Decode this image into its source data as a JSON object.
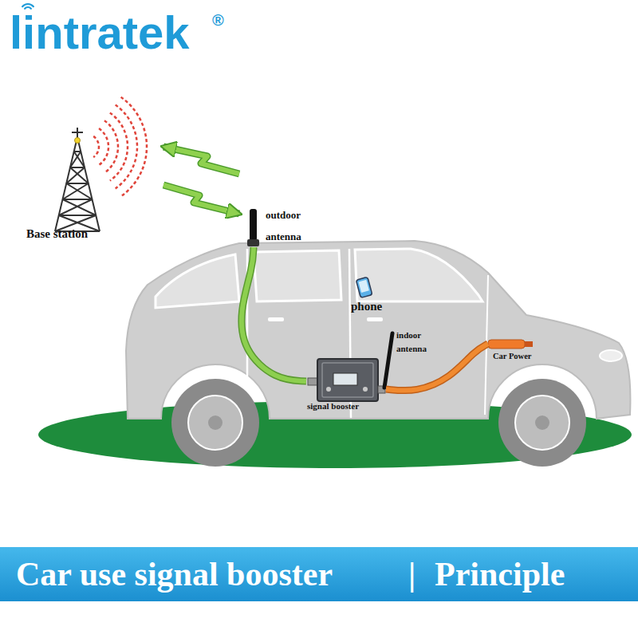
{
  "diagram": {
    "title": "Car use signal booster",
    "nodes": [
      {
        "text": [
          "Base station"
        ]
      },
      {
        "text": [
          "outdoor antenna"
        ]
      },
      {
        "text": [
          "phone"
        ]
      },
      {
        "text": [
          "indoor antenna"
        ]
      },
      {
        "text": [
          "Car Power"
        ]
      },
      {
        "text": [
          "signal booster"
        ]
      }
    ],
    "edges": [
      {
        "from": 1,
        "to": 0,
        "arrow": "to"
      },
      {
        "from": 0,
        "to": 1,
        "arrow": "to"
      },
      {
        "from": 1,
        "to": 5,
        "arrow": "none"
      },
      {
        "from": 5,
        "to": 4,
        "arrow": "none"
      }
    ],
    "labels": [
      "lintratek",
      "®",
      "|",
      "Principle"
    ]
  }
}
